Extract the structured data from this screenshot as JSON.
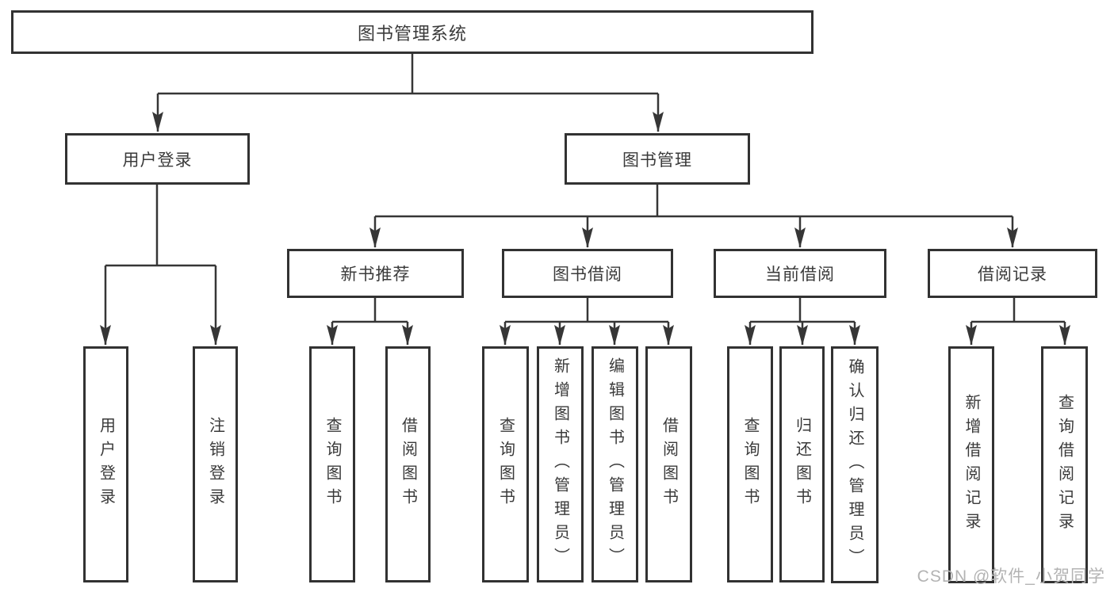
{
  "diagram": {
    "root_label": "图书管理系统",
    "children": [
      {
        "label": "用户登录",
        "children": [
          {
            "label": "用户登录"
          },
          {
            "label": "注销登录"
          }
        ]
      },
      {
        "label": "图书管理",
        "children": [
          {
            "label": "新书推荐",
            "children": [
              {
                "label": "查询图书"
              },
              {
                "label": "借阅图书"
              }
            ]
          },
          {
            "label": "图书借阅",
            "children": [
              {
                "label": "查询图书"
              },
              {
                "label": "新增图书（管理员）"
              },
              {
                "label": "编辑图书（管理员）"
              },
              {
                "label": "借阅图书"
              }
            ]
          },
          {
            "label": "当前借阅",
            "children": [
              {
                "label": "查询图书"
              },
              {
                "label": "归还图书"
              },
              {
                "label": "确认归还（管理员）"
              }
            ]
          },
          {
            "label": "借阅记录",
            "children": [
              {
                "label": "新增借阅记录"
              },
              {
                "label": "查询借阅记录"
              }
            ]
          }
        ]
      }
    ]
  },
  "watermark": {
    "text": "CSDN @软件_小贺同学",
    "color": "#b3b3b3"
  },
  "colors": {
    "line": "#363636",
    "box_border": "#323232",
    "text": "#3a3a3a",
    "background": "#ffffff"
  }
}
